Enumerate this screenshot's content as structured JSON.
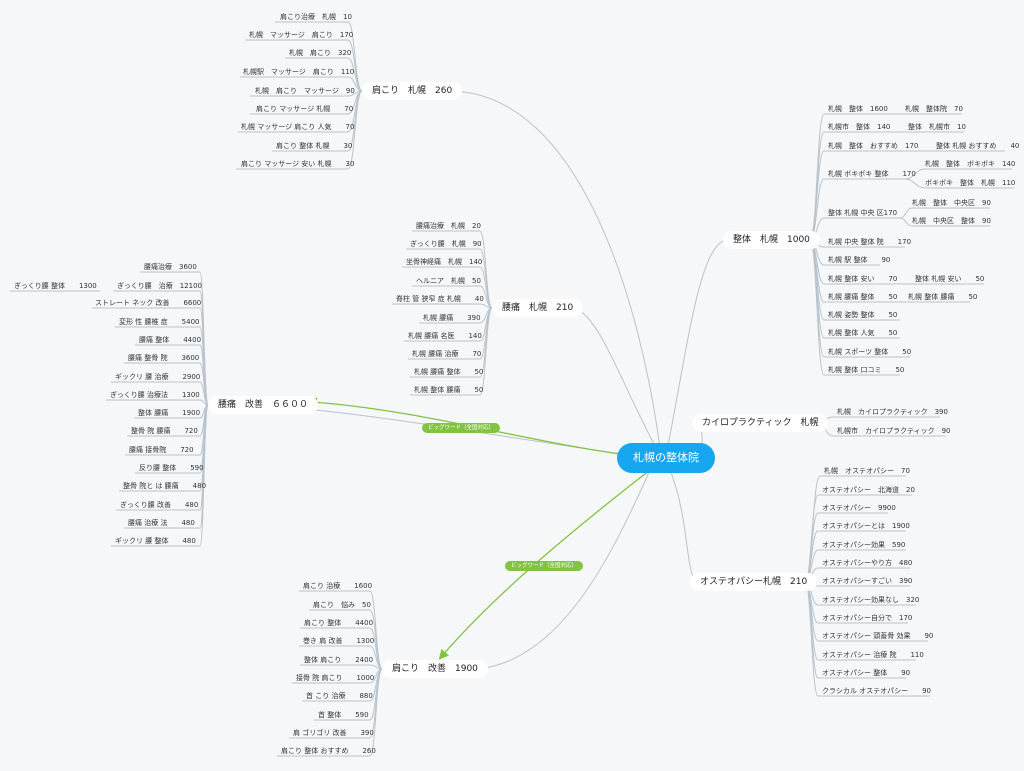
{
  "center": {
    "label": "札幌の整体院"
  },
  "tags": [
    "ビッグワード（全国対応）",
    "ビッグワード（全国対応）"
  ],
  "branches": {
    "katakori_sapporo": {
      "title": "肩こり　札幌　260",
      "items": [
        "肩こり治療　札幌　10",
        "札幌　マッサージ　肩こり　170",
        "札幌　肩こり　320",
        "札幌駅　マッサージ　肩こり　110",
        "札幌　肩こり　マッサージ　90",
        "肩こり マッサージ 札幌　　70",
        "札幌 マッサージ 肩こり 人気　　70",
        "肩こり 整体 札幌　　30",
        "肩こり マッサージ 安い 札幌　　30"
      ]
    },
    "youtsu_sapporo": {
      "title": "腰痛　札幌　210",
      "items": [
        "腰痛治療　札幌　20",
        "ぎっくり腰　札幌　90",
        "坐骨神経痛　札幌　140",
        "ヘルニア　札幌　50",
        "脊柱 管 狭窄 症 札幌　　40",
        "札幌 腰痛　　390",
        "札幌 腰痛 名医　　140",
        "札幌 腰痛 治療　　70",
        "札幌 腰痛 整体　　50",
        "札幌 整体 腰痛　　50"
      ]
    },
    "youtsu_kaizen": {
      "title": "腰痛　改善　６６００",
      "items": [
        "腰痛治療　3600",
        "ぎっくり腰　治療　12100",
        "ストレート ネック 改善　　6600",
        "変形 性 腰椎 症　　5400",
        "腰痛 整体　　4400",
        "腰痛 整骨 院　　3600",
        "ギックリ 腰 治療　　2900",
        "ぎっくり腰 治療法　　1300",
        "整体 腰痛　　1900",
        "整骨 院 腰痛　　720",
        "腰痛 接骨院　　720",
        "反り腰 整体　　590",
        "整骨 院と は 腰痛　　480",
        "ぎっくり腰 改善　　480",
        "腰痛 治療 法　　480",
        "ギックリ 腰 整体　　480"
      ],
      "sub": "ぎっくり腰 整体　　1300"
    },
    "katakori_kaizen": {
      "title": "肩こり　改善　1900",
      "items": [
        "肩こり 治療　　1600",
        "肩こり　悩み　50",
        "肩こり 整体　　4400",
        "巻き 肩 改善　　1300",
        "整体 肩こり　　2400",
        "接骨 院 肩こり　　1000",
        "首 こり 治療　　880",
        "首 整体　　590",
        "肩 ゴリゴリ 改善　　390",
        "肩こり 整体 おすすめ　　260"
      ]
    },
    "seitai_sapporo": {
      "title": "整体　札幌　1000",
      "items": [
        "札幌　整体　1600",
        "札幌市　整体　140",
        "札幌　整体　おすすめ　170",
        "札幌 ボキボキ 整体　　170",
        "整体 札幌 中央 区170",
        "札幌 中央 整体 院　　170",
        "札幌 駅 整体　　90",
        "札幌 整体 安い　　70",
        "札幌 腰痛 整体　　50",
        "札幌 姿勢 整体　　50",
        "札幌 整体 人気　　50",
        "札幌 スポーツ 整体　　50",
        "札幌 整体 口コミ　　50"
      ],
      "subs": [
        "札幌　整体院　70",
        "整体　札幌市　10",
        "整体 札幌 おすすめ　　40",
        "札幌　整体　ボキボキ　140",
        "ボキボキ　整体　札幌　110",
        "札幌　整体　中央区　90",
        "札幌　中央区　整体　90",
        "整体 札幌 安い　　50",
        "札幌 整体 腰痛　　50"
      ]
    },
    "chiro": {
      "title": "カイロプラクティック　札幌",
      "items": [
        "札幌　カイロプラクティック　390",
        "札幌市　カイロプラクティック　90"
      ]
    },
    "osteo": {
      "title": "オステオパシー札幌　210",
      "items": [
        "札幌　オステオパシー　70",
        "オステオパシー　北海道　20",
        "オステオパシー　9900",
        "オステオパシーとは　1900",
        "オステオパシー効果　590",
        "オステオパシーやり方　480",
        "オステオパシーすごい　390",
        "オステオパシー効果なし　320",
        "オステオパシー自分で　170",
        "オステオパシー 頭蓋骨 効果　　90",
        "オステオパシー 治療 院　　110",
        "オステオパシー 整体　　90",
        "クラシカル オステオパシー　　90"
      ]
    }
  }
}
